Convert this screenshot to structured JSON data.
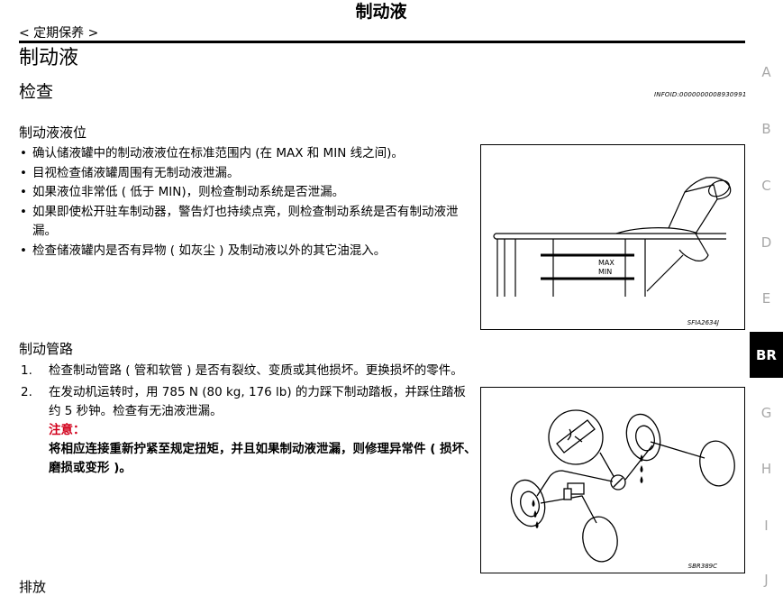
{
  "header": {
    "title": "制动液",
    "breadcrumb": "< 定期保养 >"
  },
  "section": {
    "title": "制动液",
    "subtitle": "检查",
    "info_id": "INFOID:0000000008930991"
  },
  "fluid_level": {
    "heading": "制动液液位",
    "bullets": [
      "确认储液罐中的制动液液位在标准范围内 (在 MAX 和 MIN 线之间)。",
      "目视检查储液罐周围有无制动液泄漏。",
      "如果液位非常低 ( 低于 MIN)，则检查制动系统是否泄漏。",
      "如果即使松开驻车制动器，警告灯也持续点亮，则检查制动系统是否有制动液泄漏。",
      "检查储液罐内是否有异物 ( 如灰尘 ) 及制动液以外的其它油混入。"
    ],
    "figure": {
      "max_label": "MAX",
      "min_label": "MIN",
      "code": "SFIA2634J"
    }
  },
  "brake_line": {
    "heading": "制动管路",
    "steps": [
      {
        "num": "1.",
        "text": "检查制动管路 ( 管和软管 ) 是否有裂纹、变质或其他损坏。更换损坏的零件。"
      },
      {
        "num": "2.",
        "text": "在发动机运转时，用 785 N (80 kg, 176 lb) 的力踩下制动踏板，并踩住踏板约 5 秒钟。检查有无油液泄漏。"
      }
    ],
    "caution_label": "注意：",
    "caution_text": "将相应连接重新拧紧至规定扭矩，并且如果制动液泄漏，则修理异常件 ( 损坏、磨损或变形 )。",
    "figure": {
      "code": "SBR389C"
    }
  },
  "next_heading_partial": "排放",
  "side_index": {
    "letters": [
      "A",
      "B",
      "C",
      "D",
      "E",
      "G",
      "H",
      "I",
      "J"
    ],
    "active": "BR"
  },
  "colors": {
    "caution": "#d2001b",
    "side_inactive": "#a8a8a8",
    "side_active_bg": "#000000"
  }
}
